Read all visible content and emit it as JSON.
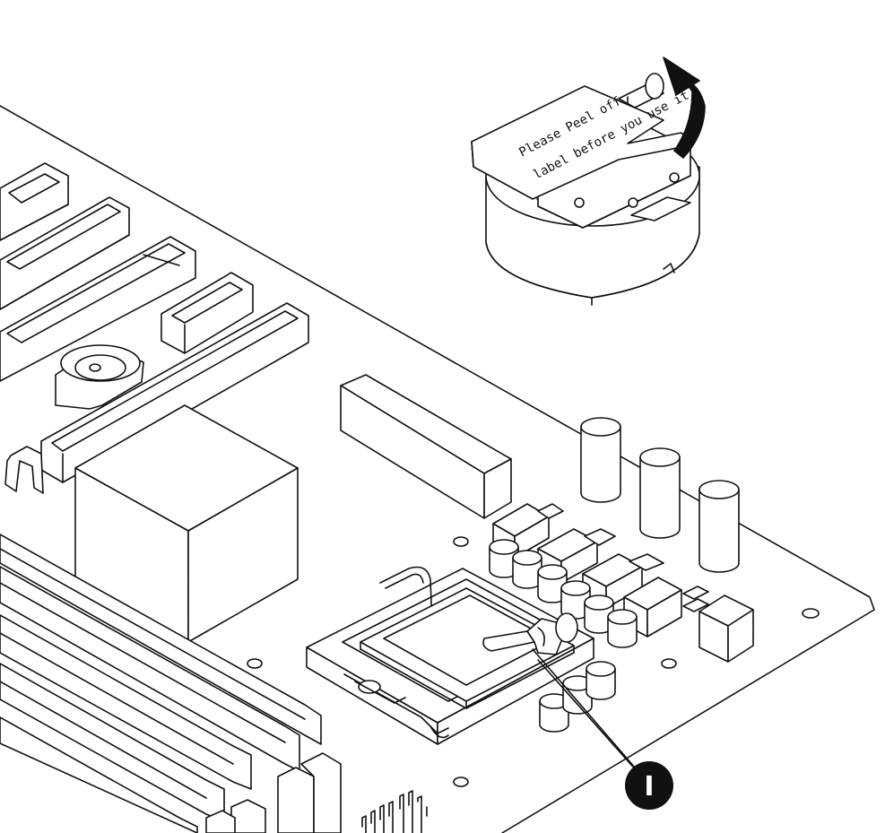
{
  "label": {
    "line1": "Please Peel off",
    "line2": "label before you use it"
  },
  "callout": {
    "number": "I"
  },
  "colors": {
    "ink": "#111111",
    "paper": "#ffffff"
  }
}
